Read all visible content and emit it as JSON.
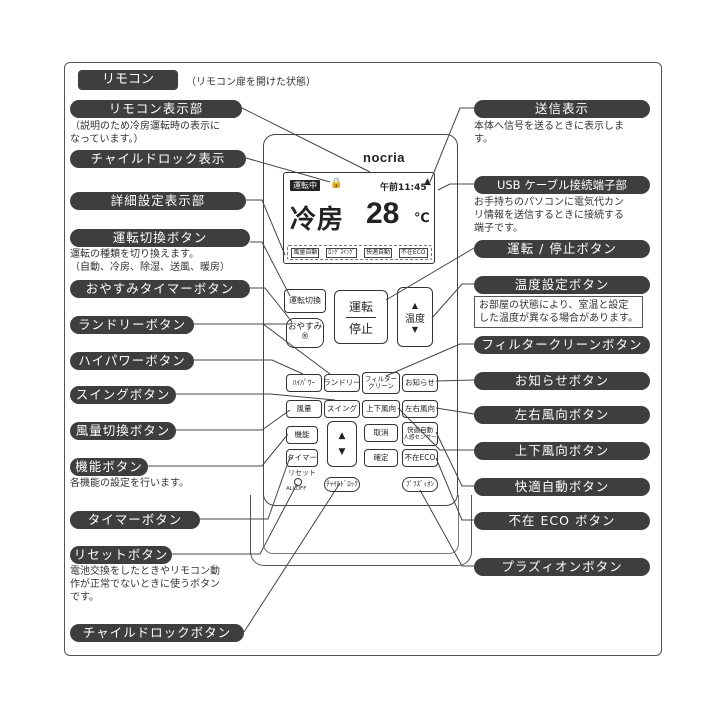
{
  "header": {
    "title": "リモコン",
    "subtitle": "（リモコン扉を開けた状態）"
  },
  "left_labels": [
    {
      "id": "display",
      "label": "リモコン表示部",
      "desc": "（説明のため冷房運転時の表示に\nなっています。）"
    },
    {
      "id": "child-lock-display",
      "label": "チャイルドロック表示",
      "desc": ""
    },
    {
      "id": "detail-display",
      "label": "詳細設定表示部",
      "desc": ""
    },
    {
      "id": "mode-button",
      "label": "運転切換ボタン",
      "desc": "運転の種類を切り換えます。\n（自動、冷房、除湿、送風、暖房）"
    },
    {
      "id": "sleep-timer-button",
      "label": "おやすみタイマーボタン",
      "desc": ""
    },
    {
      "id": "laundry-button",
      "label": "ランドリーボタン",
      "desc": ""
    },
    {
      "id": "high-power-button",
      "label": "ハイパワーボタン",
      "desc": ""
    },
    {
      "id": "swing-button",
      "label": "スイングボタン",
      "desc": ""
    },
    {
      "id": "fan-speed-button",
      "label": "風量切換ボタン",
      "desc": ""
    },
    {
      "id": "function-button",
      "label": "機能ボタン",
      "desc": "各機能の設定を行います。"
    },
    {
      "id": "timer-button",
      "label": "タイマーボタン",
      "desc": ""
    },
    {
      "id": "reset-button",
      "label": "リセットボタン",
      "desc": "電池交換をしたときやリモコン動\n作が正常でないときに使うボタン\nです。"
    },
    {
      "id": "child-lock-button",
      "label": "チャイルドロックボタン",
      "desc": ""
    }
  ],
  "right_labels": [
    {
      "id": "transmit-display",
      "label": "送信表示",
      "desc": "本体へ信号を送るときに表示しま\nす。"
    },
    {
      "id": "usb-port",
      "label": "USB ケーブル接続端子部",
      "desc": "お手持ちのパソコンに電気代カン\nリ情報を送信するときに接続する\n端子です。"
    },
    {
      "id": "run-stop-button",
      "label": "運転 / 停止ボタン",
      "desc": ""
    },
    {
      "id": "temp-button",
      "label": "温度設定ボタン",
      "desc": "お部屋の状態により、室温と設定\nした温度が異なる場合があります。"
    },
    {
      "id": "filter-clean-button",
      "label": "フィルタークリーンボタン",
      "desc": ""
    },
    {
      "id": "notice-button",
      "label": "お知らせボタン",
      "desc": ""
    },
    {
      "id": "lr-direction-button",
      "label": "左右風向ボタン",
      "desc": ""
    },
    {
      "id": "ud-direction-button",
      "label": "上下風向ボタン",
      "desc": ""
    },
    {
      "id": "comfort-auto-button",
      "label": "快適自動ボタン",
      "desc": ""
    },
    {
      "id": "eco-away-button",
      "label": "不在 ECO ボタン",
      "desc": ""
    },
    {
      "id": "plasmion-button",
      "label": "プラズィオンボタン",
      "desc": ""
    }
  ],
  "remote": {
    "brand": "nocria",
    "lcd": {
      "running": "運転中",
      "lock_icon": "🔒",
      "time": "午前11:45",
      "signal_icon": "▲",
      "mode": "冷房",
      "temp": "28",
      "unit": "℃",
      "chips": [
        "風量自動",
        "ﾛﾝｸﾞｽｲﾝｸﾞ",
        "快適自動",
        "不在ECO"
      ]
    },
    "buttons": {
      "mode": "運転切換",
      "sleep": "おやすみ",
      "sleep_sub": "®",
      "run_stop_1": "運転",
      "run_stop_2": "停止",
      "temp_up": "▲",
      "temp_label": "温度",
      "temp_down": "▼",
      "high_power": "ﾊｲﾊﾟﾜｰ",
      "laundry": "ランドリー",
      "filter_1": "フィルター",
      "filter_2": "クリーン",
      "notice": "お知らせ",
      "fan": "風量",
      "swing": "スイング",
      "ud_dir": "上下風向",
      "lr_dir": "左右風向",
      "function": "機能",
      "up": "▲",
      "down": "▼",
      "cancel": "取消",
      "confirm": "確定",
      "comfort": "快適自動",
      "sensor": "人感センサー",
      "timer": "タイマー",
      "eco": "不在ECO",
      "reset": "リセット",
      "all_off": "ALLOFF",
      "child_lock": "ﾁｬｲﾙﾄﾞﾛｯｸ",
      "plasmion": "ﾌﾟﾗｽﾞｨｵﾝ"
    }
  }
}
